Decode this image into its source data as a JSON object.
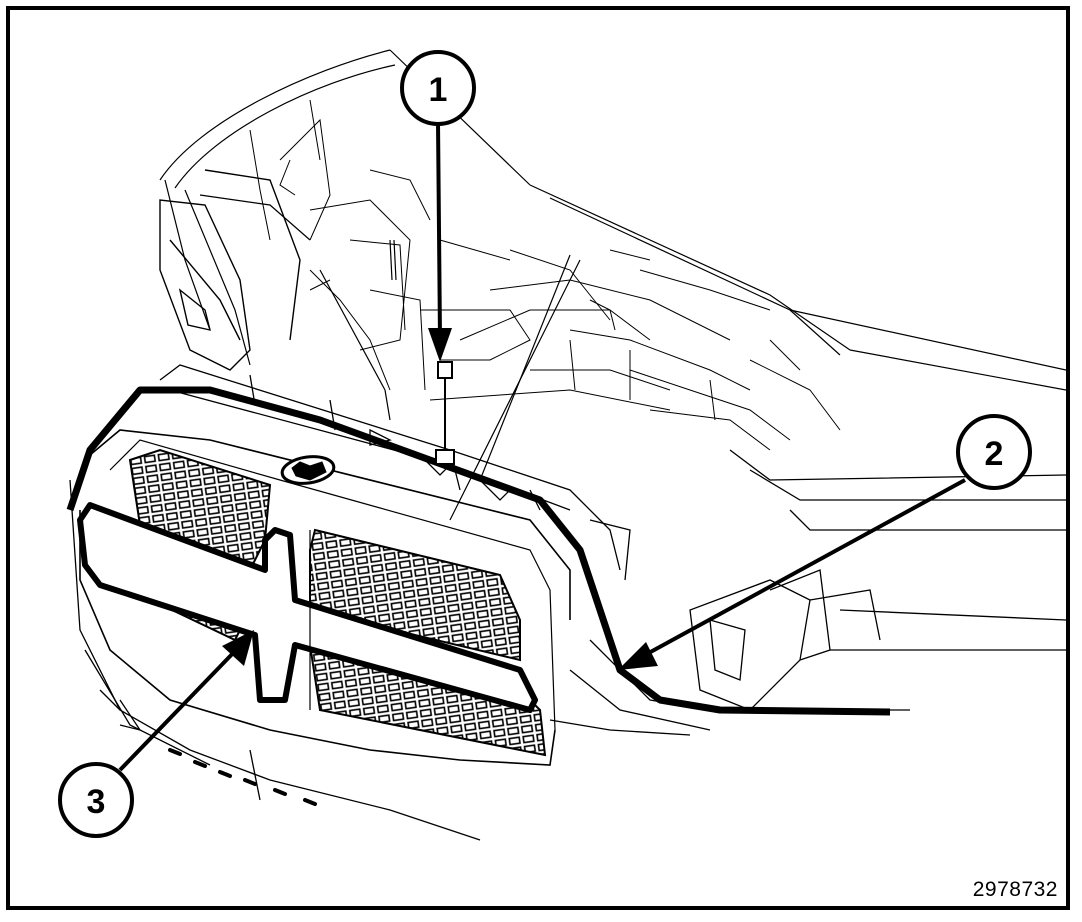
{
  "figure": {
    "id": "2978732"
  },
  "callouts": [
    {
      "label": "1"
    },
    {
      "label": "2"
    },
    {
      "label": "3"
    }
  ],
  "colors": {
    "ink": "#000000",
    "paper": "#ffffff",
    "grille_mesh": "#c9c9c9"
  }
}
